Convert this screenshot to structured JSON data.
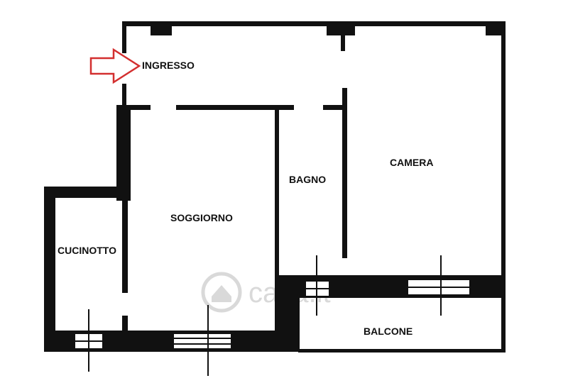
{
  "rooms": {
    "ingresso": "INGRESSO",
    "camera": "CAMERA",
    "bagno": "BAGNO",
    "soggiorno": "SOGGIORNO",
    "cucinotto": "CUCINOTTO",
    "balcone": "BALCONE"
  },
  "watermark": {
    "text": "casa.it"
  },
  "colors": {
    "wall": "#111111",
    "entrance_arrow": "#d32f2f",
    "background": "#ffffff",
    "watermark": "#d9d9d9"
  },
  "icons": {
    "entrance": "entrance-arrow-icon",
    "watermark": "house-logo-icon"
  }
}
